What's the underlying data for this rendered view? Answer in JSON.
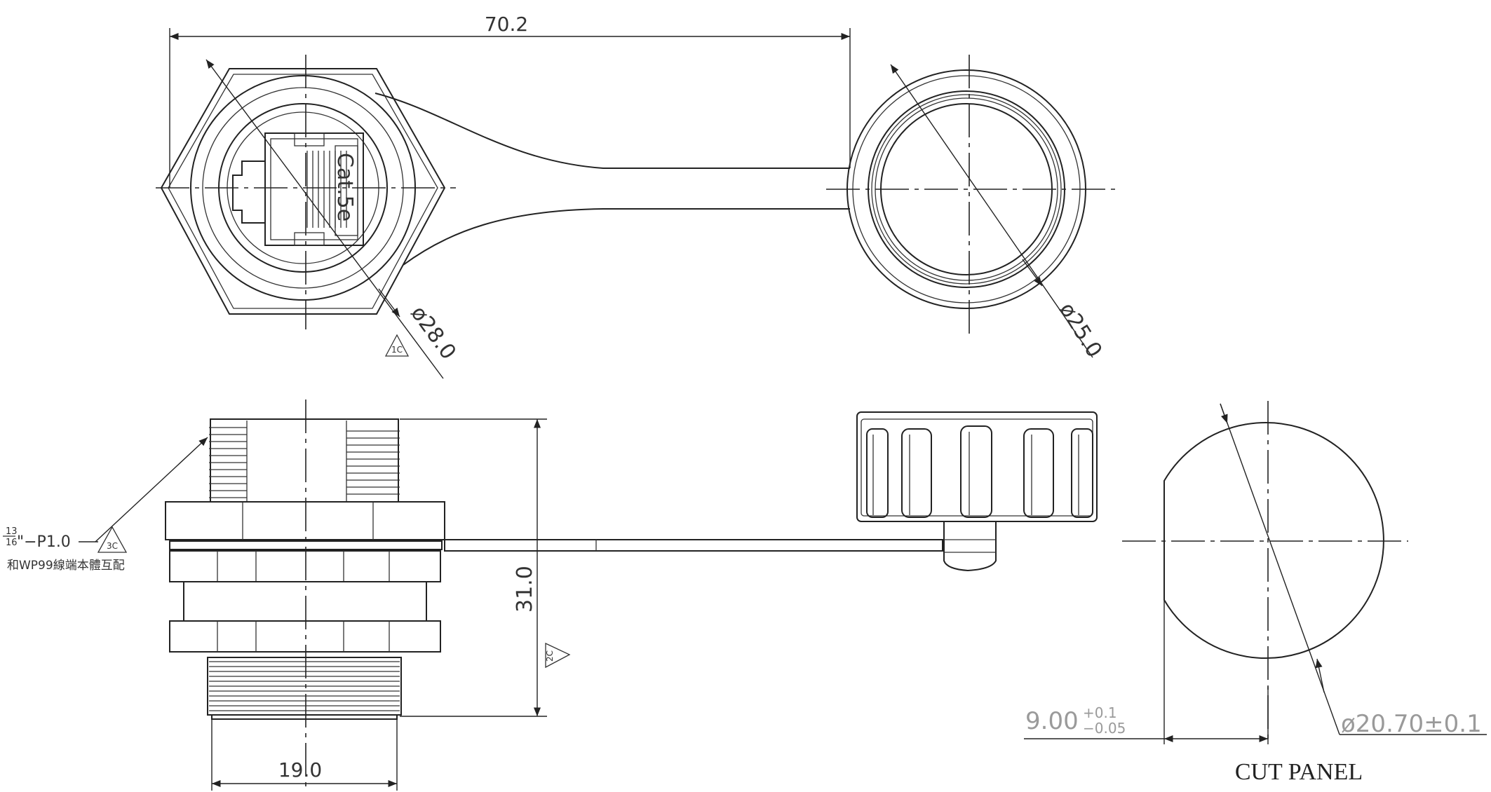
{
  "dimensions": {
    "overall_length": "70.2",
    "hex_diameter": "ø28.0",
    "cap_diameter": "ø25.0",
    "height": "31.0",
    "width": "19.0",
    "flat_base": "9.00",
    "flat_tol_plus": "+0.1",
    "flat_tol_minus": "−0.05",
    "cut_diameter": "ø20.70±0.1"
  },
  "labels": {
    "jack_text": "Cat.5e",
    "thread_frac_num": "13",
    "thread_frac_den": "16",
    "thread_spec": "\"−P1.0",
    "thread_note": "和WP99線端本體互配",
    "cut_panel": "CUT PANEL"
  },
  "notes": {
    "note_1c": "1C",
    "note_3c": "3C",
    "note_2c": "2C"
  }
}
